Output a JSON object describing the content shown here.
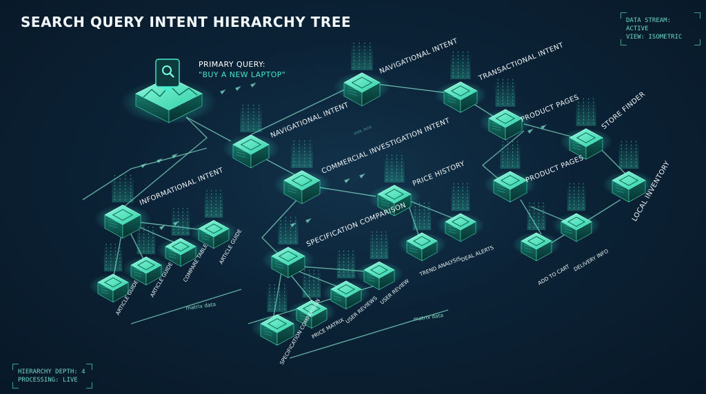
{
  "title": "SEARCH QUERY INTENT HIERARCHY TREE",
  "status": {
    "stream": "DATA STREAM: ACTIVE",
    "view": "VIEW: ISOMETRIC"
  },
  "footer": {
    "depth": "HIERARCHY DEPTH: 4",
    "processing": "PROCESSING: LIVE"
  },
  "primary": {
    "heading": "PRIMARY QUERY:",
    "query": "\"BUY A NEW LAPTOP\""
  },
  "nodes": {
    "nav_top": "NAVIGATIONAL INTENT",
    "transactional": "TRANSACTIONAL INTENT",
    "nav_mid": "NAVIGATIONAL INTENT",
    "product_pages_top": "PRODUCT PAGES",
    "store_finder": "STORE FINDER",
    "commercial": "COMMERCIAL INVESTIGATION INTENT",
    "informational": "INFORMATIONAL INTENT",
    "price_history": "PRICE HISTORY",
    "product_pages_mid": "PRODUCT PAGES",
    "local_inventory": "LOCAL INVENTORY",
    "spec_comparison": "SPECIFICATION COMPARISON",
    "trend_analysis": "TREND ANALYSIS",
    "deal_alerts": "DEAL ALERTS",
    "add_to_cart": "ADD TO CART",
    "delivery_info": "DELIVERY INFO",
    "article_guide_a": "ARTICLE GUIDE",
    "article_guide_b": "ARTICLE GUIDE",
    "compare_table": "COMPARE TABLE",
    "article_guide_c": "ARTICLE GUIDE",
    "spec_comparison_leaf": "SPECIFICATION COMPARISON",
    "price_matrix": "PRICE MATRIX",
    "user_reviews": "USER REVIEWS",
    "user_review": "USER REVIEW"
  },
  "annotations": {
    "matrix_data_left": "matrix data",
    "matrix_data_right": "matrix data",
    "user_path": "USER PATH"
  },
  "colors": {
    "accent": "#35e6c0",
    "node_top": "#5af2c8",
    "node_side": "#0f5d56",
    "path": "#7fd8c4"
  }
}
